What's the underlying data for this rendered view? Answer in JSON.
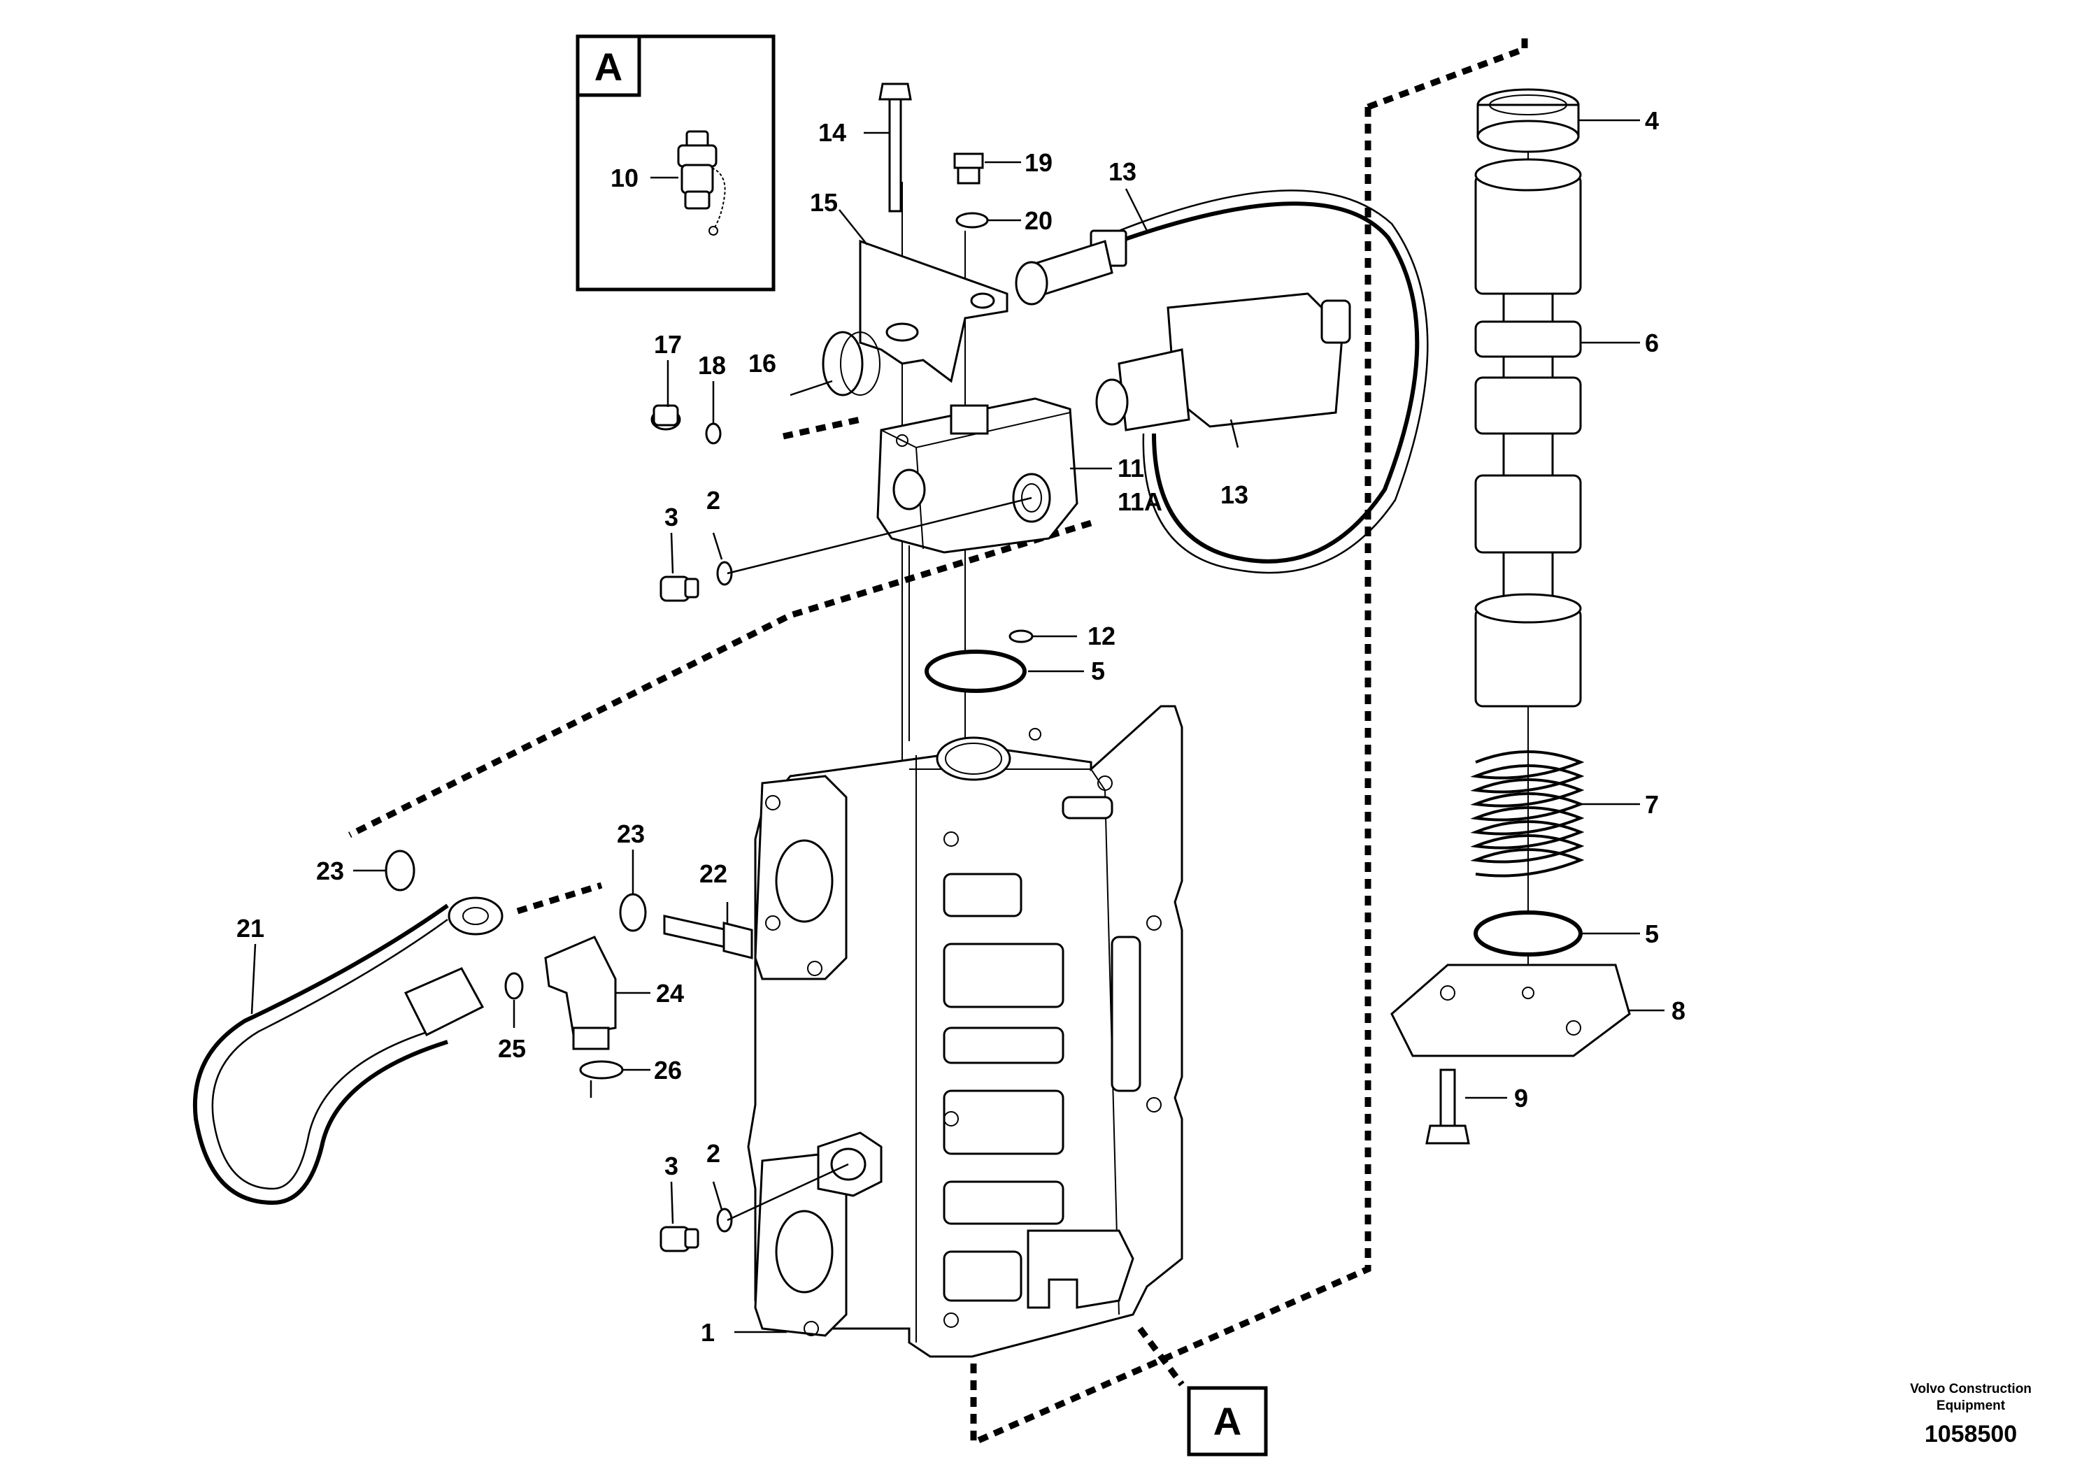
{
  "callouts": [
    {
      "id": "1",
      "label": "1"
    },
    {
      "id": "2a",
      "label": "2"
    },
    {
      "id": "2b",
      "label": "2"
    },
    {
      "id": "3a",
      "label": "3"
    },
    {
      "id": "3b",
      "label": "3"
    },
    {
      "id": "4",
      "label": "4"
    },
    {
      "id": "5a",
      "label": "5"
    },
    {
      "id": "5b",
      "label": "5"
    },
    {
      "id": "6",
      "label": "6"
    },
    {
      "id": "7",
      "label": "7"
    },
    {
      "id": "8",
      "label": "8"
    },
    {
      "id": "9",
      "label": "9"
    },
    {
      "id": "10",
      "label": "10"
    },
    {
      "id": "11",
      "label": "11"
    },
    {
      "id": "11A",
      "label": "11A"
    },
    {
      "id": "12",
      "label": "12"
    },
    {
      "id": "13a",
      "label": "13"
    },
    {
      "id": "13b",
      "label": "13"
    },
    {
      "id": "14",
      "label": "14"
    },
    {
      "id": "15",
      "label": "15"
    },
    {
      "id": "16",
      "label": "16"
    },
    {
      "id": "17",
      "label": "17"
    },
    {
      "id": "18",
      "label": "18"
    },
    {
      "id": "19",
      "label": "19"
    },
    {
      "id": "20",
      "label": "20"
    },
    {
      "id": "21",
      "label": "21"
    },
    {
      "id": "22",
      "label": "22"
    },
    {
      "id": "23a",
      "label": "23"
    },
    {
      "id": "23b",
      "label": "23"
    },
    {
      "id": "24",
      "label": "24"
    },
    {
      "id": "25",
      "label": "25"
    },
    {
      "id": "26",
      "label": "26"
    }
  ],
  "detail_marker": "A",
  "brand_line1": "Volvo Construction",
  "brand_line2": "Equipment",
  "doc_number": "1058500"
}
